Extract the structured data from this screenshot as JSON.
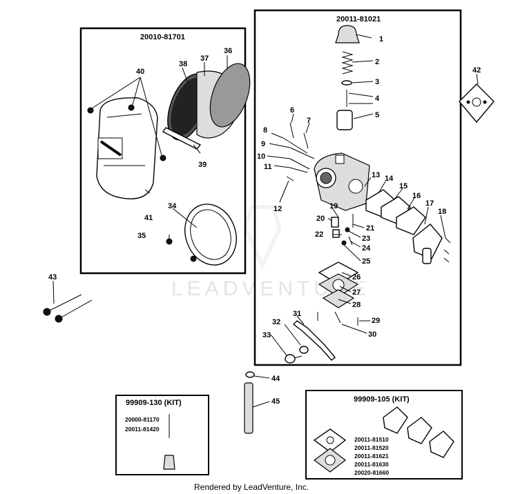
{
  "boxes": {
    "air_filter": {
      "title": "20010-81701"
    },
    "carburetor": {
      "title": "20011-81021"
    },
    "kit_130": {
      "title": "99909-130 (KIT)",
      "parts": [
        "20000-81170",
        "20011-81420"
      ]
    },
    "kit_105": {
      "title": "99909-105 (KIT)",
      "parts": [
        "20011-81510",
        "20011-81520",
        "20011-81621",
        "20011-81630",
        "20020-81660"
      ]
    }
  },
  "callouts": [
    "1",
    "2",
    "3",
    "4",
    "5",
    "6",
    "7",
    "8",
    "9",
    "10",
    "11",
    "12",
    "13",
    "14",
    "15",
    "16",
    "17",
    "18",
    "19",
    "20",
    "21",
    "22",
    "23",
    "24",
    "25",
    "26",
    "27",
    "28",
    "29",
    "30",
    "31",
    "32",
    "33",
    "34",
    "35",
    "36",
    "37",
    "38",
    "39",
    "40",
    "41",
    "42",
    "43",
    "44",
    "45"
  ],
  "watermark": "LEADVENTURE",
  "footer": "Rendered by LeadVenture, Inc."
}
